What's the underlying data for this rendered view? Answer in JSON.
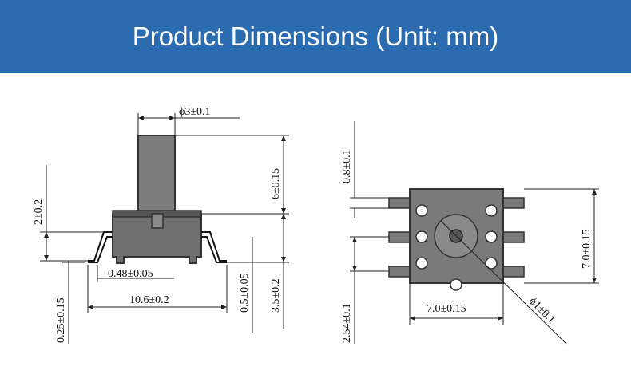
{
  "header": {
    "title": "Product Dimensions (Unit: mm)"
  },
  "side_view": {
    "dims": {
      "shaft_diameter": "ϕ3±0.1",
      "shaft_height": "6±0.15",
      "lead_height": "2±0.2",
      "lead_thickness": "0.25±0.15",
      "lead_width": "0.48±0.05",
      "body_span": "10.6±0.2",
      "standoff": "0.5±0.05",
      "body_height": "3.5±0.2"
    }
  },
  "top_view": {
    "dims": {
      "lead_top_gap": "0.8±0.1",
      "body_height": "7.0±0.15",
      "body_width": "7.0±0.15",
      "pitch": "2.54±0.1",
      "hole_diameter": "ϕ1±0.1"
    }
  },
  "colors": {
    "banner": "#2b6cb0",
    "part_fill": "#7a7a7a",
    "part_dark": "#5a5a5a"
  }
}
